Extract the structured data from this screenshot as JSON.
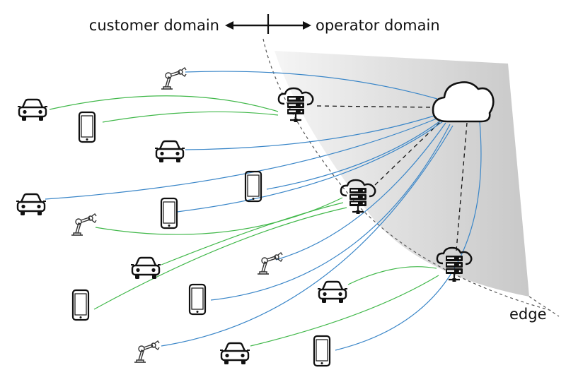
{
  "labels": {
    "customer_domain": "customer domain",
    "operator_domain": "operator domain",
    "edge": "edge"
  },
  "colors": {
    "edge_region": "#d6d6d6",
    "wireless_link": "#3a86c8",
    "local_link": "#41b84a",
    "backhaul": "#111111"
  },
  "icons": [
    "cloud-icon",
    "edge-server-icon",
    "car-icon",
    "smartphone-icon",
    "robot-arm-icon"
  ]
}
